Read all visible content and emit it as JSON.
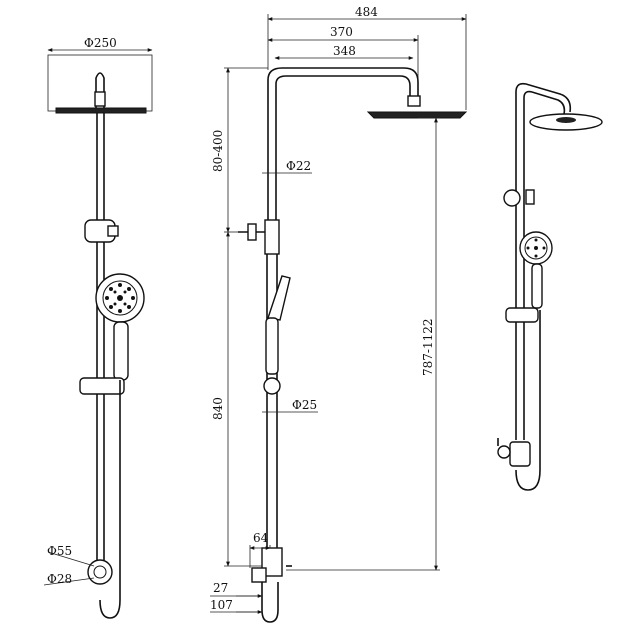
{
  "dimensions": {
    "head_diameter": "Φ250",
    "overall_width": "484",
    "arm_width_outer": "370",
    "arm_width_inner": "348",
    "height_adjust": "80-400",
    "upper_tube_diameter": "Φ22",
    "lower_tube_diameter": "Φ25",
    "riser_height": "840",
    "total_height": "787-1122",
    "mixer_width": "64",
    "dim_27": "27",
    "dim_107": "107",
    "flange_diameter": "Φ55",
    "inlet_diameter": "Φ28"
  }
}
